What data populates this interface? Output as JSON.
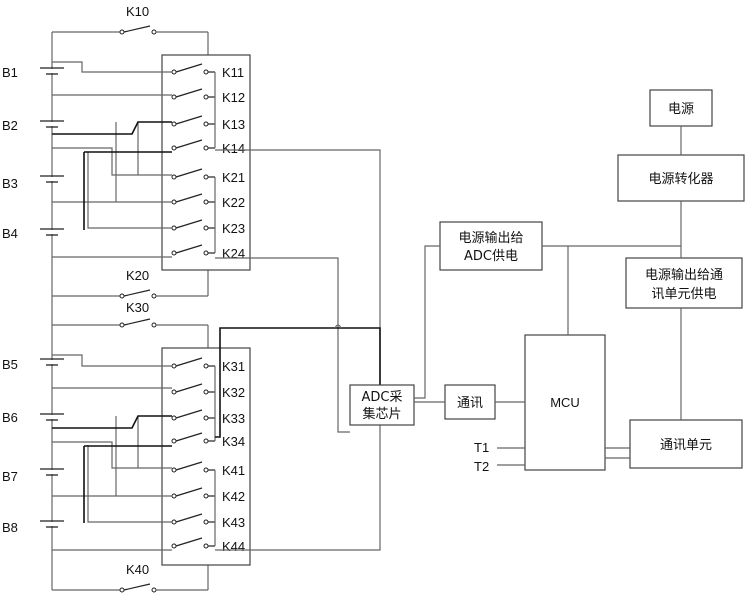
{
  "batteries": [
    "B1",
    "B2",
    "B3",
    "B4",
    "B5",
    "B6",
    "B7",
    "B8"
  ],
  "relay_bank_1": {
    "relays": [
      "K11",
      "K12",
      "K13",
      "K14",
      "K21",
      "K22",
      "K23",
      "K24"
    ],
    "bypass_switches": [
      "K10",
      "K20"
    ]
  },
  "relay_bank_2": {
    "relays": [
      "K31",
      "K32",
      "K33",
      "K34",
      "K41",
      "K42",
      "K43",
      "K44"
    ],
    "bypass_switches": [
      "K30",
      "K40"
    ]
  },
  "blocks": {
    "adc_chip": "ADC采\n集芯片",
    "comm": "通讯",
    "mcu": "MCU",
    "power_src": "电源",
    "power_converter": "电源转化器",
    "adc_supply": "电源输出给\nADC供电",
    "comm_supply": "电源输出给通\n讯单元供电",
    "comm_unit": "通讯单元"
  },
  "terminals": [
    "T1",
    "T2"
  ]
}
